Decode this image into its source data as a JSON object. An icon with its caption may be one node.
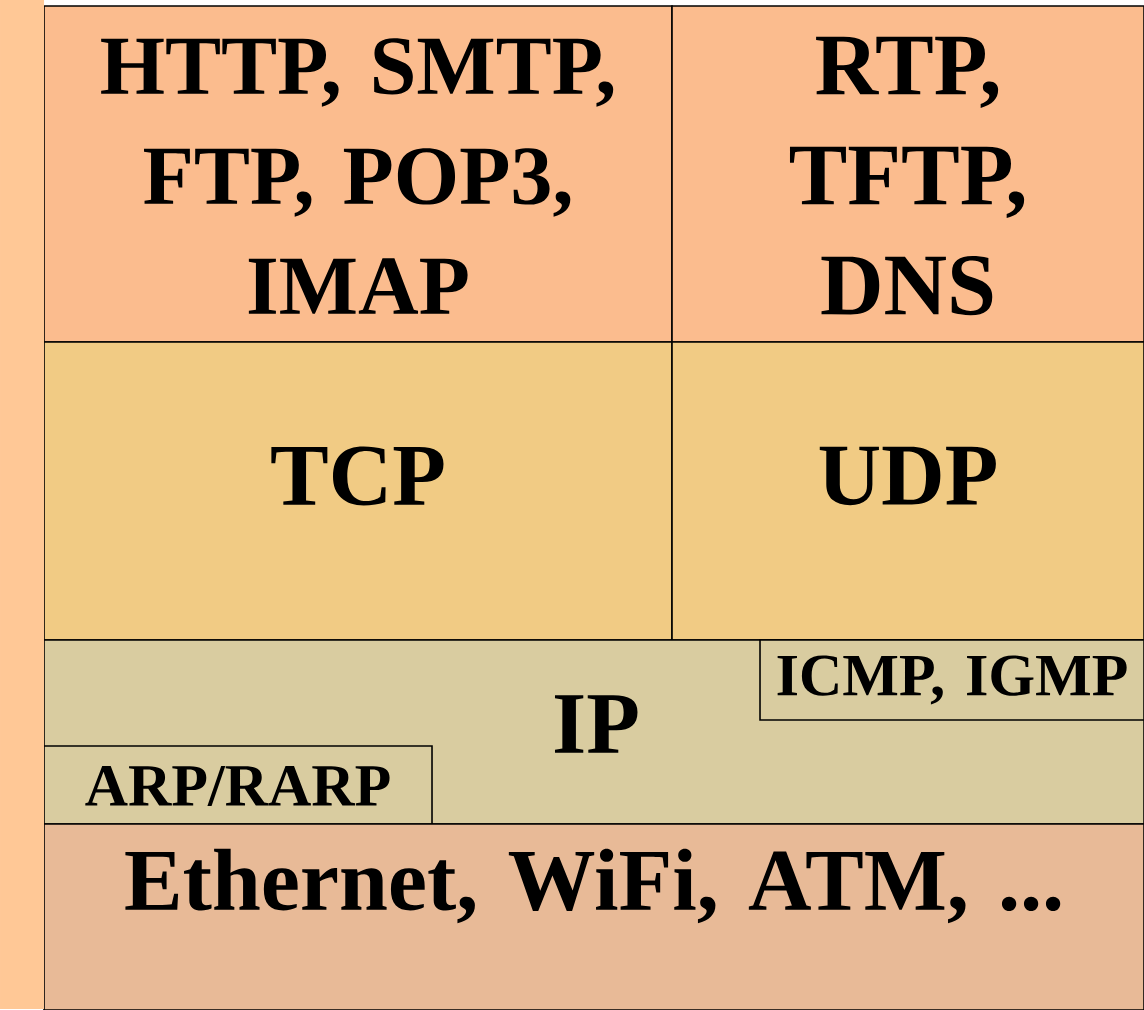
{
  "diagram": {
    "nodes": [
      {
        "text": [
          "HTTP, SMTP, FTP, POP3, IMAP"
        ]
      },
      {
        "text": [
          "RTP, TFTP, DNS"
        ]
      },
      {
        "text": [
          "TCP"
        ]
      },
      {
        "text": [
          "UDP"
        ]
      },
      {
        "text": [
          "IP"
        ]
      },
      {
        "text": [
          "ICMP, IGMP"
        ],
        "in": 4
      },
      {
        "text": [
          "ARP/RARP"
        ],
        "in": 4
      },
      {
        "text": [
          "Ethernet, WiFi, ATM, ..."
        ]
      },
      {
        "text": [],
        "shape": "bar"
      }
    ]
  }
}
